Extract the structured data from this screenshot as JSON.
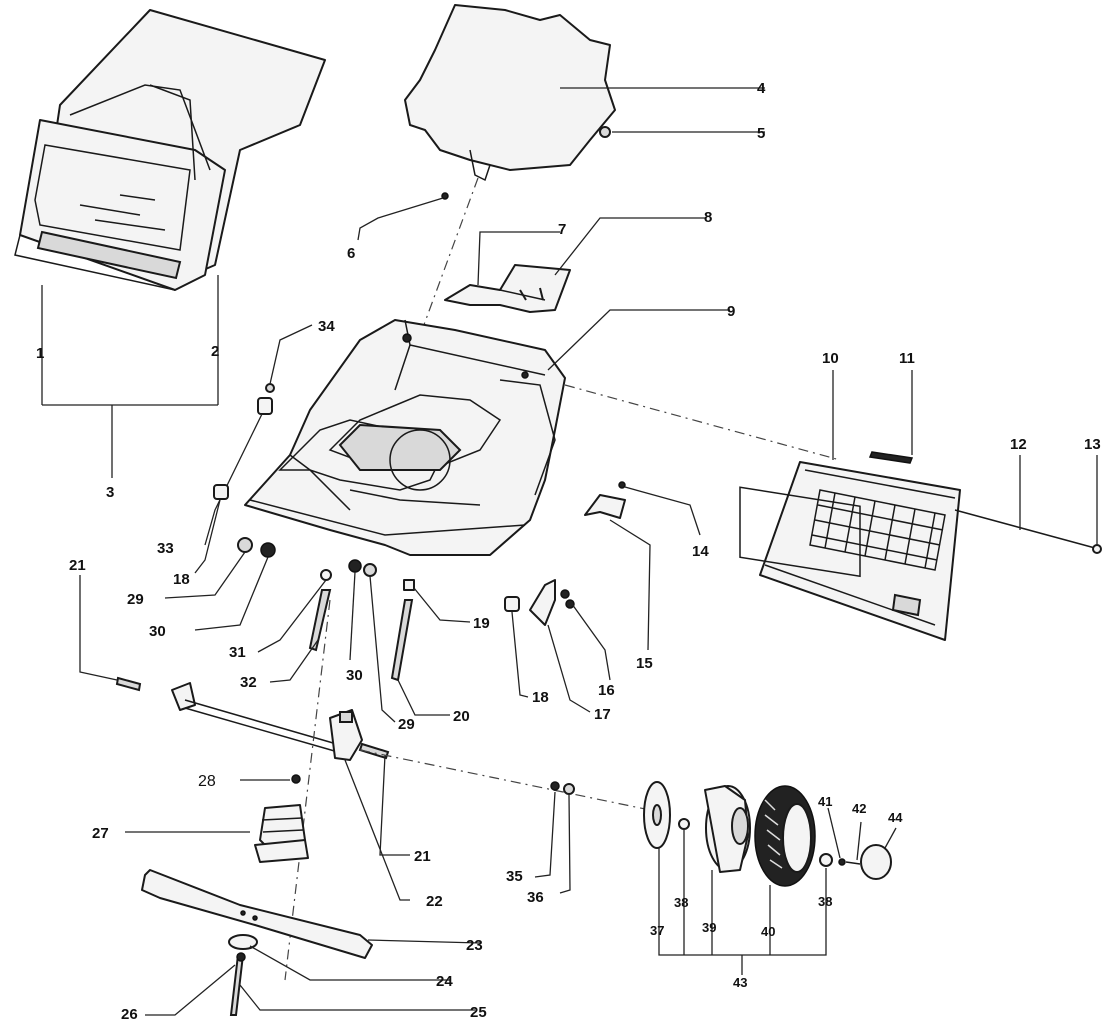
{
  "labels": {
    "p1": "1",
    "p2": "2",
    "p3": "3",
    "p4": "4",
    "p5": "5",
    "p6": "6",
    "p7": "7",
    "p8": "8",
    "p9": "9",
    "p10": "10",
    "p11": "11",
    "p12": "12",
    "p13": "13",
    "p14": "14",
    "p15": "15",
    "p16": "16",
    "p17": "17",
    "p18a": "18",
    "p18b": "18",
    "p19": "19",
    "p20": "20",
    "p21a": "21",
    "p21b": "21",
    "p22": "22",
    "p23": "23",
    "p24": "24",
    "p25": "25",
    "p26": "26",
    "p27": "27",
    "p28": "28",
    "p29a": "29",
    "p29b": "29",
    "p30a": "30",
    "p30b": "30",
    "p31": "31",
    "p32": "32",
    "p33": "33",
    "p34": "34",
    "p35": "35",
    "p36": "36",
    "p37": "37",
    "p38a": "38",
    "p38b": "38",
    "p39": "39",
    "p40": "40",
    "p41": "41",
    "p42": "42",
    "p43": "43",
    "p44": "44"
  }
}
